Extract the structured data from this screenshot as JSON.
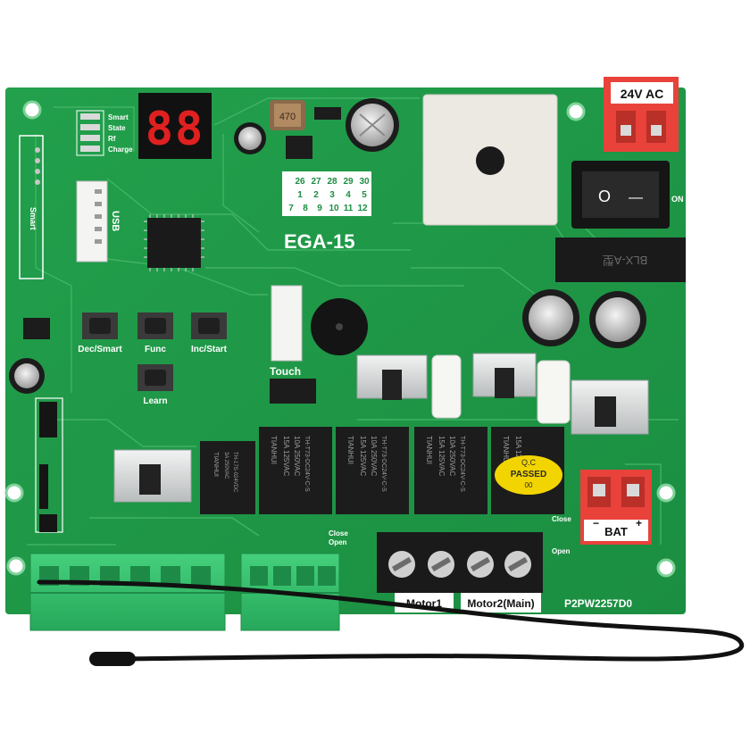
{
  "board": {
    "model": "EGA-15",
    "part_number": "P2PW2257D0",
    "colors": {
      "pcb": "#1f9a48",
      "pcb_edge": "#17853c",
      "terminal_green": "#2fbf6a",
      "terminal_red": "#e8423a",
      "relay_black": "#1c1c1c",
      "heatsink": "#d8dbdc",
      "sticker": "#f2d500"
    }
  },
  "led_panel": {
    "display": "88",
    "indicators": [
      "Smart",
      "State",
      "Rf",
      "Charge"
    ]
  },
  "labels": {
    "smart": "Smart",
    "usb": "USB",
    "touch": "Touch",
    "inductor": "470",
    "power_in": "24V AC",
    "battery": "BAT",
    "bat_minus": "−",
    "bat_plus": "+",
    "switch_on": "O",
    "switch_off": "—",
    "switch_side": "ON",
    "fuse_holder": "BLX-A型",
    "close_open_1": "Close",
    "close_open_2": "Open",
    "close_2": "Close",
    "open_2": "Open",
    "motor1": "Motor1",
    "motor2": "Motor2(Main)"
  },
  "buttons": [
    {
      "id": "dec",
      "label": "Dec/Smart"
    },
    {
      "id": "func",
      "label": "Func"
    },
    {
      "id": "inc",
      "label": "Inc/Start"
    },
    {
      "id": "learn",
      "label": "Learn"
    }
  ],
  "dip_grid": {
    "rows": [
      [
        "26",
        "27",
        "28",
        "29",
        "30"
      ],
      [
        "1",
        "2",
        "3",
        "4",
        "5"
      ],
      [
        "7",
        "8",
        "9",
        "10",
        "11",
        "12"
      ]
    ]
  },
  "relays": {
    "small": {
      "brand": "TIANHUI",
      "spec": [
        "3A 250VAC",
        "TH-17S-024VDC"
      ]
    },
    "large": {
      "brand": "TIANHUI",
      "spec": [
        "15A 125VAC",
        "10A 250VAC",
        "TH-T73-DC24V-C-S"
      ]
    }
  },
  "qc_sticker": {
    "line1": "Q.C",
    "line2": "PASSED",
    "line3": "00"
  }
}
